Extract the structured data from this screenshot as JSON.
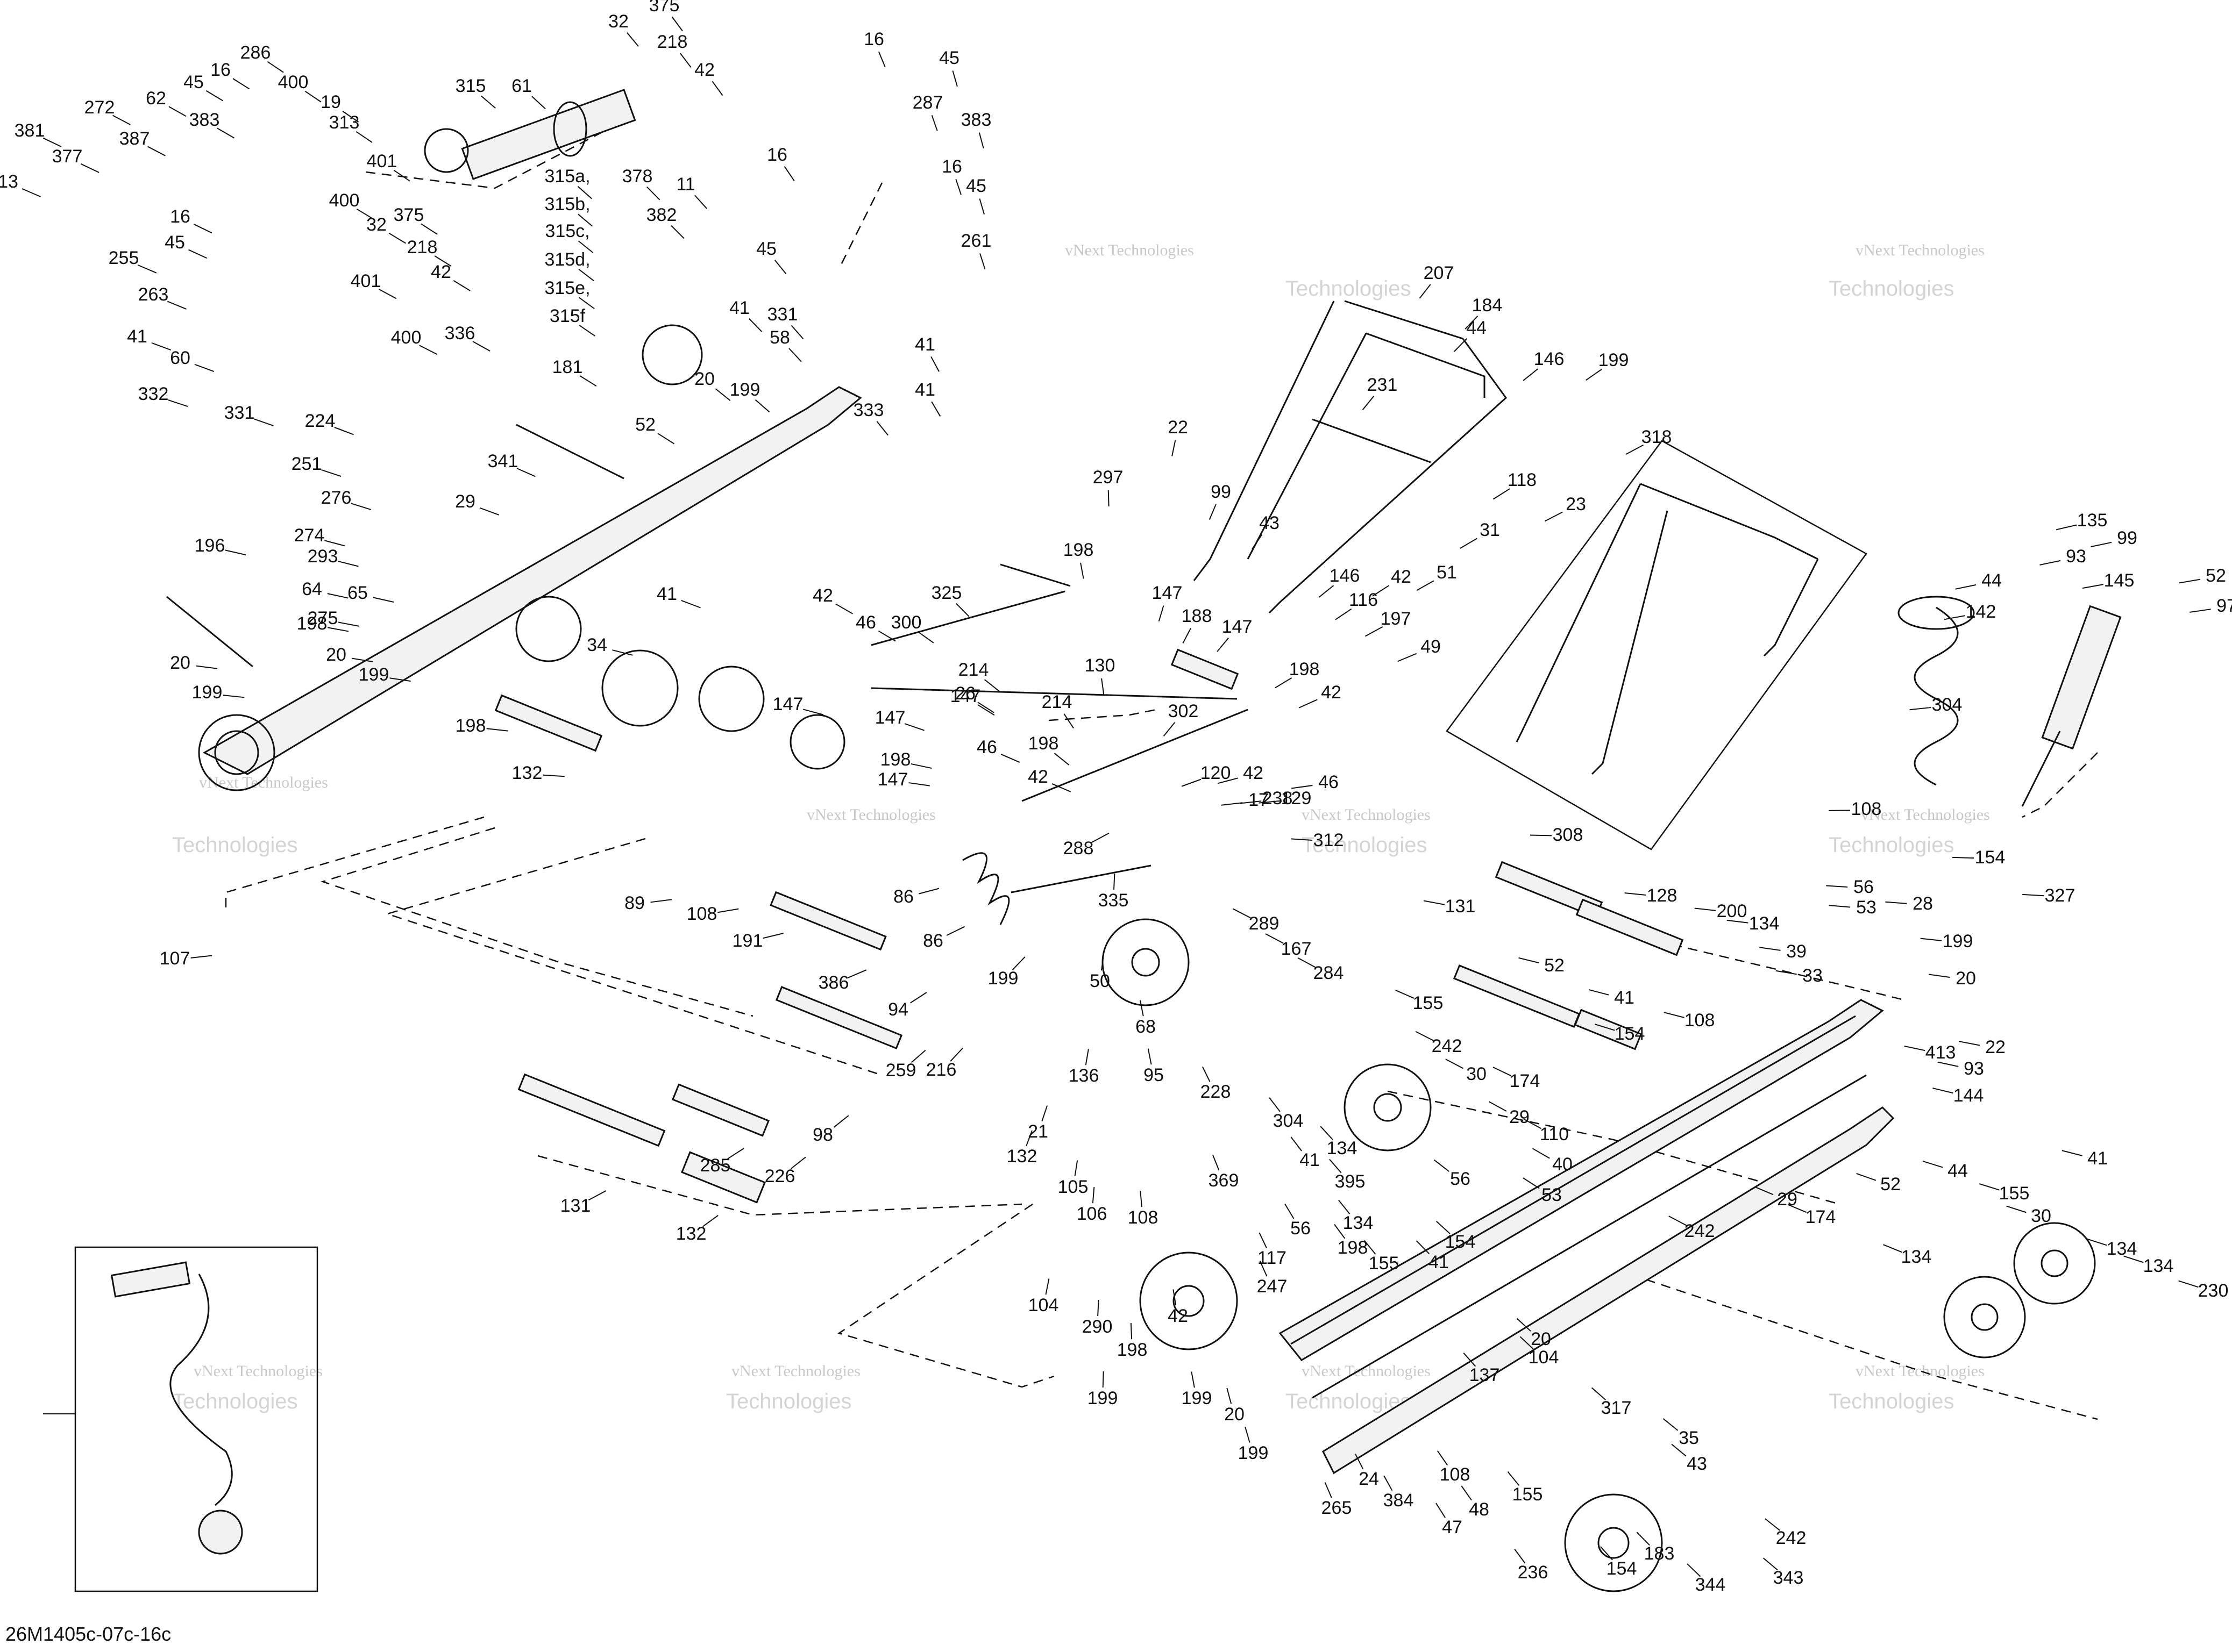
{
  "diagram": {
    "drawing_code": "26M1405c-07c-16c",
    "watermark_text_top": "vNext",
    "watermark_text_bottom": "Technologies",
    "watermark_small": "vNext Technologies",
    "callouts": [
      {
        "label": "375"
      },
      {
        "label": "32"
      },
      {
        "label": "218"
      },
      {
        "label": "42"
      },
      {
        "label": "315"
      },
      {
        "label": "61"
      },
      {
        "label": "378"
      },
      {
        "label": "11"
      },
      {
        "label": "382"
      },
      {
        "label": "401"
      },
      {
        "label": "32"
      },
      {
        "label": "375"
      },
      {
        "label": "218"
      },
      {
        "label": "42"
      },
      {
        "label": "315a,"
      },
      {
        "label": "315b,"
      },
      {
        "label": "315c,"
      },
      {
        "label": "315d,"
      },
      {
        "label": "315e,"
      },
      {
        "label": "315f"
      },
      {
        "label": "16"
      },
      {
        "label": "286"
      },
      {
        "label": "400"
      },
      {
        "label": "19"
      },
      {
        "label": "313"
      },
      {
        "label": "45"
      },
      {
        "label": "62"
      },
      {
        "label": "383"
      },
      {
        "label": "272"
      },
      {
        "label": "381"
      },
      {
        "label": "387"
      },
      {
        "label": "377"
      },
      {
        "label": "13"
      },
      {
        "label": "255"
      },
      {
        "label": "16"
      },
      {
        "label": "45"
      },
      {
        "label": "400"
      },
      {
        "label": "401"
      },
      {
        "label": "336"
      },
      {
        "label": "400"
      },
      {
        "label": "263"
      },
      {
        "label": "41"
      },
      {
        "label": "60"
      },
      {
        "label": "332"
      },
      {
        "label": "331"
      },
      {
        "label": "224"
      },
      {
        "label": "251"
      },
      {
        "label": "276"
      },
      {
        "label": "274"
      },
      {
        "label": "293"
      },
      {
        "label": "64"
      },
      {
        "label": "65"
      },
      {
        "label": "275"
      },
      {
        "label": "16"
      },
      {
        "label": "45"
      },
      {
        "label": "287"
      },
      {
        "label": "383"
      },
      {
        "label": "16"
      },
      {
        "label": "16"
      },
      {
        "label": "45"
      },
      {
        "label": "261"
      },
      {
        "label": "45"
      },
      {
        "label": "41"
      },
      {
        "label": "331"
      },
      {
        "label": "58"
      },
      {
        "label": "41"
      },
      {
        "label": "41"
      },
      {
        "label": "333"
      },
      {
        "label": "181"
      },
      {
        "label": "20"
      },
      {
        "label": "199"
      },
      {
        "label": "52"
      },
      {
        "label": "341"
      },
      {
        "label": "29"
      },
      {
        "label": "196"
      },
      {
        "label": "198"
      },
      {
        "label": "20"
      },
      {
        "label": "199"
      },
      {
        "label": "20"
      },
      {
        "label": "199"
      },
      {
        "label": "41"
      },
      {
        "label": "34"
      },
      {
        "label": "198"
      },
      {
        "label": "132"
      },
      {
        "label": "107"
      },
      {
        "label": "207"
      },
      {
        "label": "184"
      },
      {
        "label": "44"
      },
      {
        "label": "146"
      },
      {
        "label": "199"
      },
      {
        "label": "231"
      },
      {
        "label": "22"
      },
      {
        "label": "297"
      },
      {
        "label": "99"
      },
      {
        "label": "118"
      },
      {
        "label": "23"
      },
      {
        "label": "43"
      },
      {
        "label": "31"
      },
      {
        "label": "42"
      },
      {
        "label": "51"
      },
      {
        "label": "146"
      },
      {
        "label": "318"
      },
      {
        "label": "198"
      },
      {
        "label": "325"
      },
      {
        "label": "147"
      },
      {
        "label": "42"
      },
      {
        "label": "46"
      },
      {
        "label": "300"
      },
      {
        "label": "188"
      },
      {
        "label": "116"
      },
      {
        "label": "197"
      },
      {
        "label": "49"
      },
      {
        "label": "147"
      },
      {
        "label": "130"
      },
      {
        "label": "214"
      },
      {
        "label": "147"
      },
      {
        "label": "147"
      },
      {
        "label": "26"
      },
      {
        "label": "302"
      },
      {
        "label": "198"
      },
      {
        "label": "42"
      },
      {
        "label": "214"
      },
      {
        "label": "198"
      },
      {
        "label": "147"
      },
      {
        "label": "147"
      },
      {
        "label": "198"
      },
      {
        "label": "42"
      },
      {
        "label": "46"
      },
      {
        "label": "42"
      },
      {
        "label": "129"
      },
      {
        "label": "120"
      },
      {
        "label": "17"
      },
      {
        "label": "46"
      },
      {
        "label": "238"
      },
      {
        "label": "312"
      },
      {
        "label": "288"
      },
      {
        "label": "86"
      },
      {
        "label": "86"
      },
      {
        "label": "89"
      },
      {
        "label": "108"
      },
      {
        "label": "191"
      },
      {
        "label": "335"
      },
      {
        "label": "199"
      },
      {
        "label": "50"
      },
      {
        "label": "289"
      },
      {
        "label": "167"
      },
      {
        "label": "284"
      },
      {
        "label": "386"
      },
      {
        "label": "94"
      },
      {
        "label": "259"
      },
      {
        "label": "216"
      },
      {
        "label": "68"
      },
      {
        "label": "136"
      },
      {
        "label": "95"
      },
      {
        "label": "228"
      },
      {
        "label": "285"
      },
      {
        "label": "98"
      },
      {
        "label": "21"
      },
      {
        "label": "132"
      },
      {
        "label": "105"
      },
      {
        "label": "106"
      },
      {
        "label": "226"
      },
      {
        "label": "131"
      },
      {
        "label": "132"
      },
      {
        "label": "308"
      },
      {
        "label": "131"
      },
      {
        "label": "128"
      },
      {
        "label": "52"
      },
      {
        "label": "41"
      },
      {
        "label": "155"
      },
      {
        "label": "154"
      },
      {
        "label": "108"
      },
      {
        "label": "242"
      },
      {
        "label": "30"
      },
      {
        "label": "174"
      },
      {
        "label": "29"
      },
      {
        "label": "304"
      },
      {
        "label": "41"
      },
      {
        "label": "134"
      },
      {
        "label": "110"
      },
      {
        "label": "40"
      },
      {
        "label": "53"
      },
      {
        "label": "200"
      },
      {
        "label": "134"
      },
      {
        "label": "56"
      },
      {
        "label": "53"
      },
      {
        "label": "28"
      },
      {
        "label": "39"
      },
      {
        "label": "33"
      },
      {
        "label": "199"
      },
      {
        "label": "20"
      },
      {
        "label": "22"
      },
      {
        "label": "413"
      },
      {
        "label": "93"
      },
      {
        "label": "144"
      },
      {
        "label": "135"
      },
      {
        "label": "99"
      },
      {
        "label": "93"
      },
      {
        "label": "44"
      },
      {
        "label": "142"
      },
      {
        "label": "145"
      },
      {
        "label": "52"
      },
      {
        "label": "97"
      },
      {
        "label": "304"
      },
      {
        "label": "108"
      },
      {
        "label": "154"
      },
      {
        "label": "327"
      },
      {
        "label": "52"
      },
      {
        "label": "44"
      },
      {
        "label": "155"
      },
      {
        "label": "41"
      },
      {
        "label": "29"
      },
      {
        "label": "174"
      },
      {
        "label": "30"
      },
      {
        "label": "242"
      },
      {
        "label": "134"
      },
      {
        "label": "134"
      },
      {
        "label": "134"
      },
      {
        "label": "230"
      },
      {
        "label": "369"
      },
      {
        "label": "395"
      },
      {
        "label": "56"
      },
      {
        "label": "56"
      },
      {
        "label": "134"
      },
      {
        "label": "198"
      },
      {
        "label": "154"
      },
      {
        "label": "117"
      },
      {
        "label": "155"
      },
      {
        "label": "41"
      },
      {
        "label": "247"
      },
      {
        "label": "108"
      },
      {
        "label": "104"
      },
      {
        "label": "290"
      },
      {
        "label": "198"
      },
      {
        "label": "42"
      },
      {
        "label": "199"
      },
      {
        "label": "199"
      },
      {
        "label": "20"
      },
      {
        "label": "199"
      },
      {
        "label": "20"
      },
      {
        "label": "104"
      },
      {
        "label": "137"
      },
      {
        "label": "317"
      },
      {
        "label": "35"
      },
      {
        "label": "43"
      },
      {
        "label": "24"
      },
      {
        "label": "265"
      },
      {
        "label": "384"
      },
      {
        "label": "108"
      },
      {
        "label": "155"
      },
      {
        "label": "47"
      },
      {
        "label": "48"
      },
      {
        "label": "242"
      },
      {
        "label": "236"
      },
      {
        "label": "154"
      },
      {
        "label": "183"
      },
      {
        "label": "343"
      },
      {
        "label": "344"
      }
    ]
  }
}
